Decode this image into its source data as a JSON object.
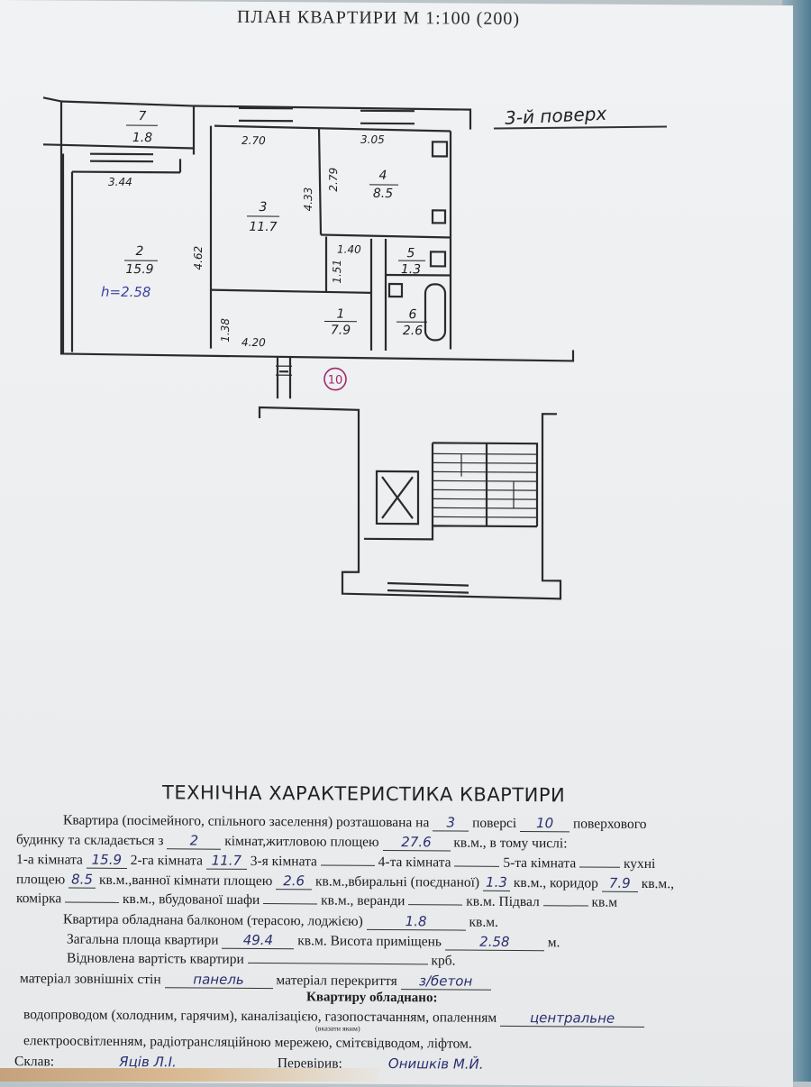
{
  "document": {
    "title": "ПЛАН  КВАРТИРИ  М 1:100 (200)",
    "floor_label": "3-й поверх"
  },
  "plan": {
    "rooms": [
      {
        "num": "7",
        "area": "1.8"
      },
      {
        "num": "2",
        "area": "15.9"
      },
      {
        "num": "3",
        "area": "11.7"
      },
      {
        "num": "4",
        "area": "8.5"
      },
      {
        "num": "5",
        "area": "1.3"
      },
      {
        "num": "6",
        "area": "2.6"
      },
      {
        "num": "1",
        "area": "7.9"
      }
    ],
    "dims": {
      "d270": "2.70",
      "d305": "3.05",
      "d279": "2.79",
      "d344": "3.44",
      "d433": "4.33",
      "d462": "4.62",
      "d140": "1.40",
      "d151": "1.51",
      "d138": "1.38",
      "d420": "4.20"
    },
    "height_note": "h=2.58",
    "apartment_number": "10"
  },
  "tech": {
    "heading": "ТЕХНІЧНА ХАРАКТЕРИСТИКА КВАРТИРИ",
    "l1a": "Квартира (посімейного, спільного заселення) розташована на",
    "floor": "3",
    "l1b": "поверсі",
    "total_floors": "10",
    "l1c": "поверхового",
    "l2a": "будинку та складається з",
    "rooms_count": "2",
    "l2b": "кімнат,житловою площею",
    "living_area": "27.6",
    "l2c": "кв.м., в тому числі:",
    "l3a": "1-а кімната",
    "room1": "15.9",
    "l3b": "2-га кімната",
    "room2": "11.7",
    "l3c": "3-я кімната",
    "l3d": "4-та кімната",
    "l3e": "5-та кімната",
    "l3f": "кухні",
    "l4a": "площею",
    "kitchen": "8.5",
    "l4b": "кв.м.,ванної кімнати площею",
    "bathroom": "2.6",
    "l4c": "кв.м.,вбиральні (поєднаної)",
    "toilet": "1.3",
    "l4d": "кв.м., коридор",
    "corridor": "7.9",
    "l4e": "кв.м.,",
    "l5a": "комірка",
    "l5b": "кв.м., вбудованої шафи",
    "l5c": "кв.м., веранди",
    "l5d": "кв.м. Підвал",
    "l5e": "кв.м",
    "l6a": "Квартира обладнана балконом (терасою, лоджією)",
    "balcony": "1.8",
    "l6b": "кв.м.",
    "l7a": "Загальна площа квартири",
    "total_area": "49.4",
    "l7b": "кв.м. Висота приміщень",
    "ceiling_height": "2.58",
    "l7c": "м.",
    "l8a": "Відновлена вартість квартири",
    "l8b": "крб.",
    "l9a": "матеріал зовнішніх стін",
    "wall_material": "панель",
    "l9b": "матеріал перекриття",
    "floor_material": "з/бетон",
    "l10": "Квартиру обладнано:",
    "l11": "водопроводом (холодним, гарячим), каналізацією, газопостачанням, опаленням",
    "heating": "центральне",
    "l11small": "(вказати яким)",
    "l12": "електроосвітленням, радіотрансляційною мережею, смітєвідводом, ліфтом.",
    "l13a": "Склав:",
    "compiled_by": "Яців Л.І.",
    "l13b": "Перевірив:",
    "checked_by": "Онишків М.Й."
  }
}
